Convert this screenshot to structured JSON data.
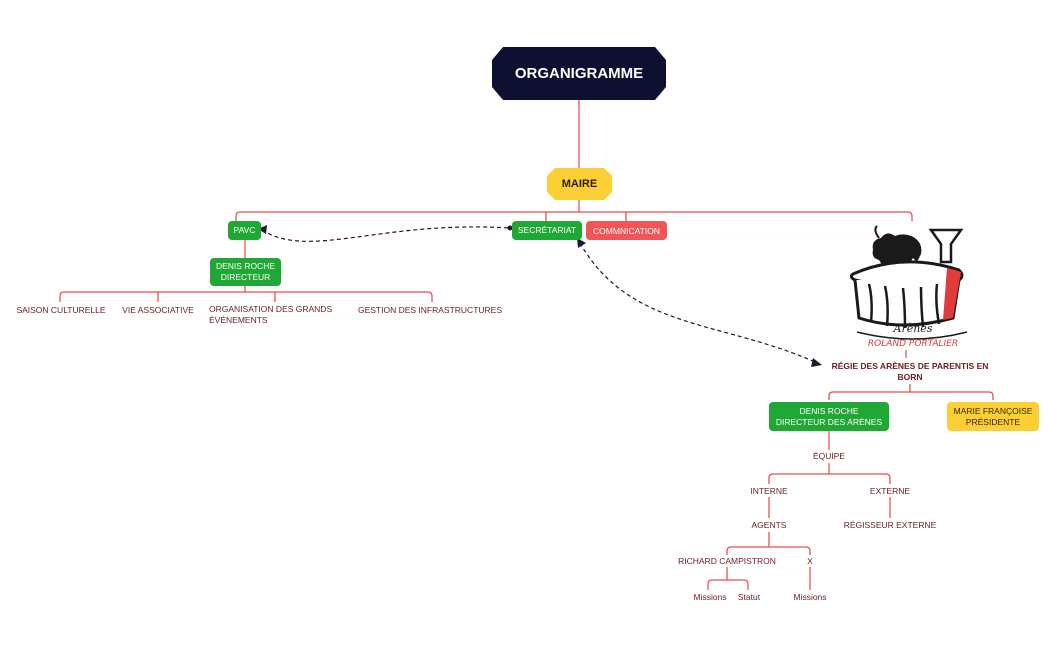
{
  "title": "ORGANIGRAMME",
  "maire": "MAIRE",
  "pavc": "PAVC",
  "secretariat": "SECRÉTARIAT",
  "communication": "COMMNICATION",
  "pavc_directeur": {
    "line1": "DENIS ROCHE",
    "line2": "DIRECTEUR"
  },
  "pavc_children": {
    "saison": "SAISON CULTURELLE",
    "vie": "VIE ASSOCIATIVE",
    "grands": {
      "line1": "ORGANISATION DES GRANDS",
      "line2": "ÉVÉNEMENTS"
    },
    "infra": "GESTION DES INFRASTRUCTURES"
  },
  "logo": {
    "line1": "Arènes",
    "line2": "ROLAND PORTALIER"
  },
  "regie": {
    "line1": "RÉGIE DES ARÈNES DE PARENTIS EN",
    "line2": "BORN"
  },
  "arenes_directeur": {
    "line1": "DENIS ROCHE",
    "line2": "DIRECTEUR DES ARÈNES"
  },
  "presidente": {
    "line1": "MARIE FRANÇOISE",
    "line2": "PRÉSIDENTE"
  },
  "equipe": "ÉQUIPE",
  "interne": "INTERNE",
  "externe": "EXTERNE",
  "agents": "AGENTS",
  "regisseur": "RÉGISSEUR EXTERNE",
  "richard": "RICHARD CAMPISTRON",
  "x": "X",
  "missions_1": "Missions",
  "statut": "Statut",
  "missions_2": "Missions",
  "colors": {
    "title_bg": "#0d1030",
    "connector": "#e8514f",
    "green": "#1fa834",
    "red": "#f15555",
    "yellow": "#fcd034",
    "dashed": "#1a1a2e"
  }
}
